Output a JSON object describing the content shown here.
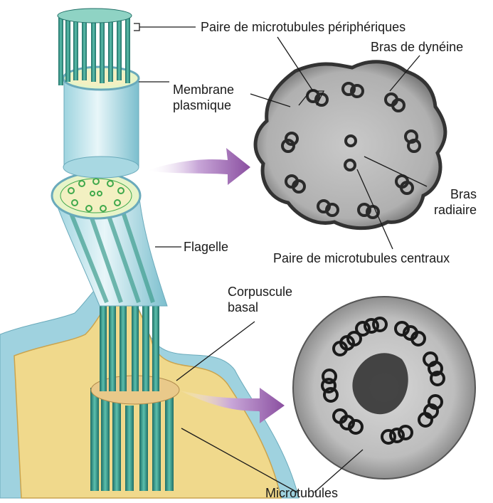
{
  "labels": {
    "peripheral_pair": "Paire de microtubules périphériques",
    "dynein_arm": "Bras de dynéine",
    "plasma_membrane_line1": "Membrane",
    "plasma_membrane_line2": "plasmique",
    "radial_spoke_line1": "Bras",
    "radial_spoke_line2": "radiaire",
    "central_pair": "Paire de microtubules centraux",
    "flagellum": "Flagelle",
    "basal_body_line1": "Corpuscule",
    "basal_body_line2": "basal",
    "microtubules": "Microtubules"
  },
  "colors": {
    "microtubule": "#3f9e8f",
    "microtubule_dark": "#1f6e66",
    "membrane": "#bfe3ec",
    "cytoplasm": "#f0d98c",
    "arrow": "#8a4fa0",
    "micrograph_bg": "#9a9a9a"
  }
}
